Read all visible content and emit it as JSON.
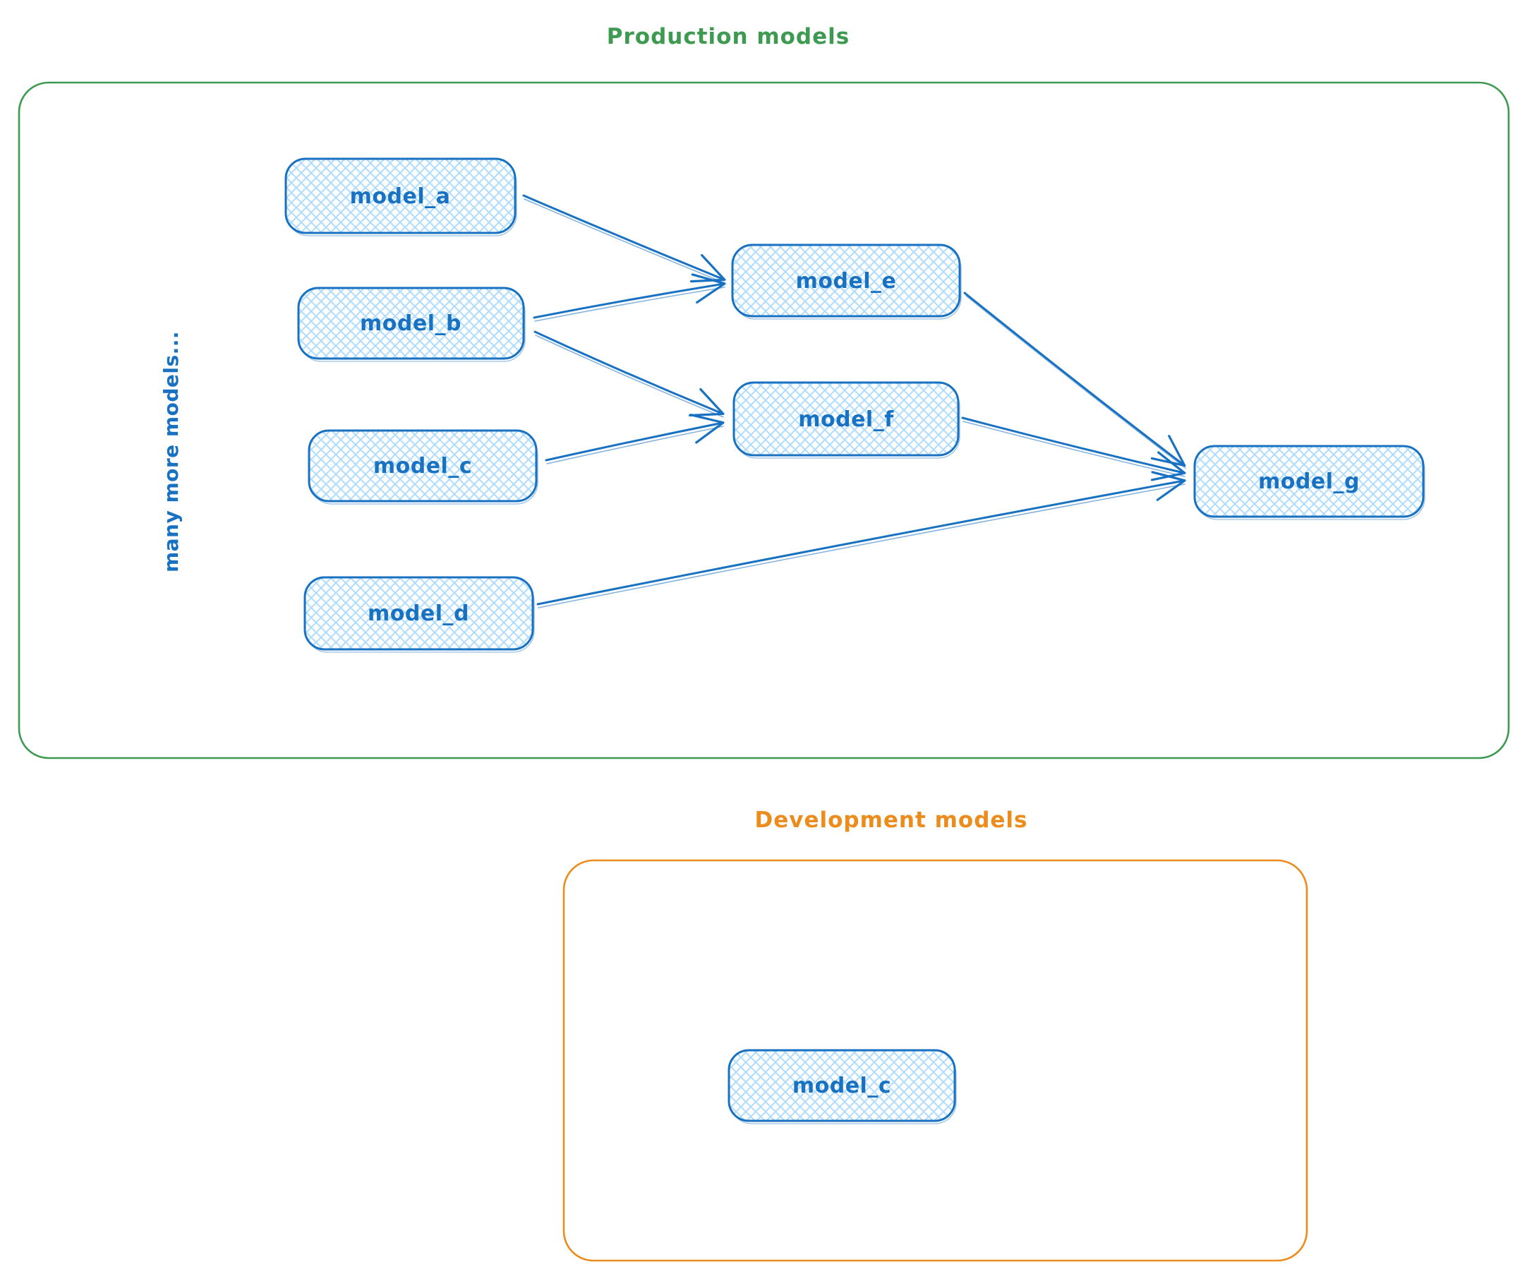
{
  "diagram": {
    "type": "flowchart",
    "style": "hand-drawn",
    "production": {
      "title": "Production models",
      "side_note": "many more models...",
      "nodes": {
        "a": {
          "label": "model_a"
        },
        "b": {
          "label": "model_b"
        },
        "c": {
          "label": "model_c"
        },
        "d": {
          "label": "model_d"
        },
        "e": {
          "label": "model_e"
        },
        "f": {
          "label": "model_f"
        },
        "g": {
          "label": "model_g"
        }
      }
    },
    "development": {
      "title": "Development models",
      "nodes": {
        "c": {
          "label": "model_c"
        }
      }
    },
    "edges": [
      {
        "from": "model_a",
        "to": "model_e"
      },
      {
        "from": "model_b",
        "to": "model_e"
      },
      {
        "from": "model_b",
        "to": "model_f"
      },
      {
        "from": "model_c",
        "to": "model_f"
      },
      {
        "from": "model_e",
        "to": "model_g"
      },
      {
        "from": "model_f",
        "to": "model_g"
      },
      {
        "from": "model_d",
        "to": "model_g"
      }
    ],
    "colors": {
      "node_stroke": "#1971c2",
      "node_fill_hatch": "#a5d8ff",
      "node_text": "#1971c2",
      "production_border": "#3d9a50",
      "production_title": "#3d9a50",
      "development_border": "#ec8c1c",
      "development_title": "#ec8c1c",
      "background": "#ffffff"
    }
  }
}
